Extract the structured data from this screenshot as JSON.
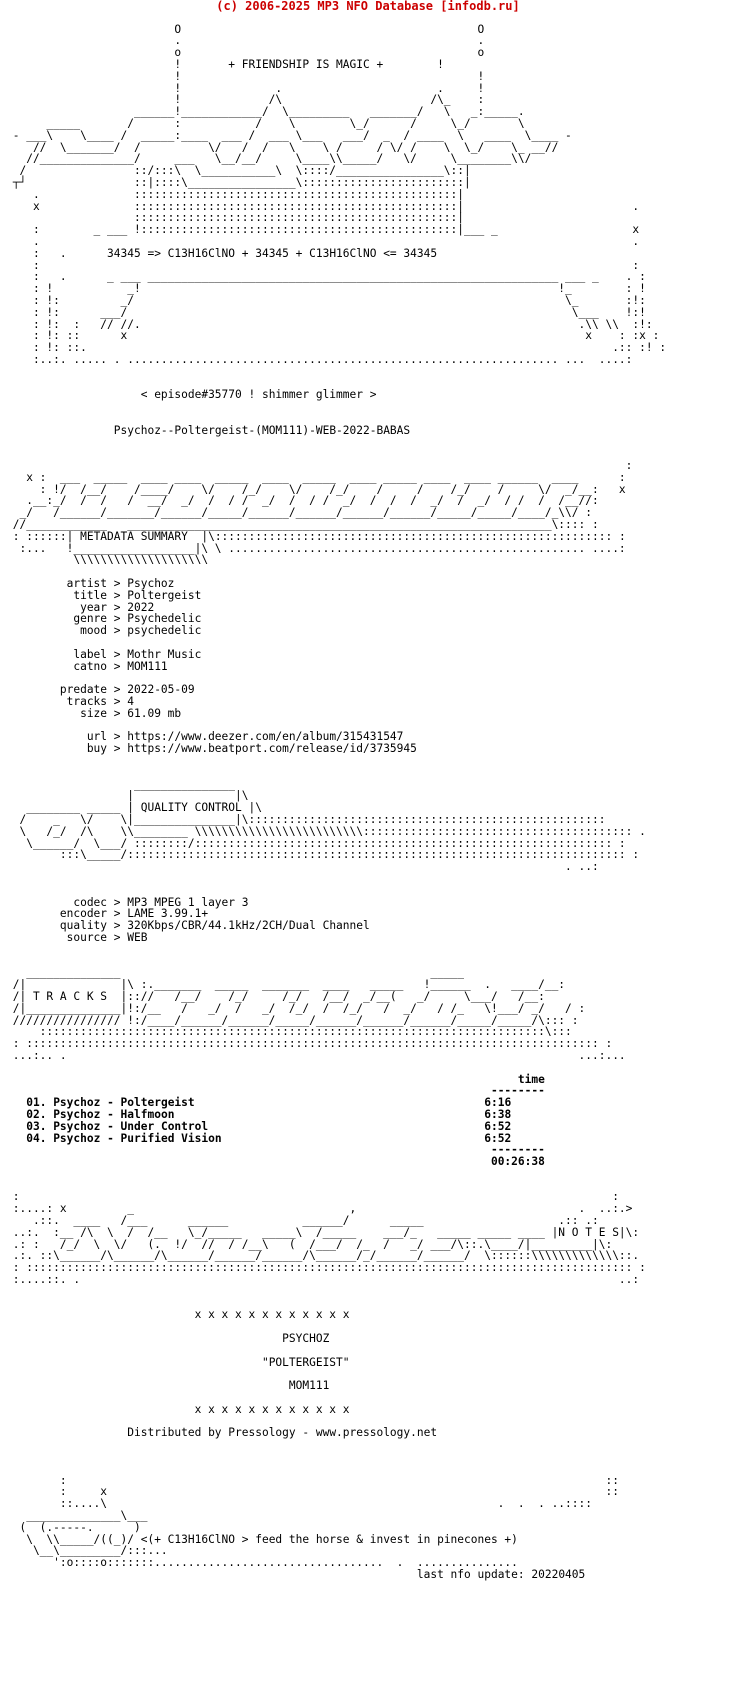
{
  "copyright": "(c) 2006-2025 MP3 NFO Database [infodb.ru]",
  "colors": {
    "copyright": "#cc0000",
    "text": "#000000",
    "background": "#ffffff"
  },
  "header": {
    "title": "+ FRIENDSHIP IS MAGIC +",
    "formula": "34345 => C13H16ClNO + 34345 + C13H16ClNO <= 34345",
    "episode": "< episode#35770 ! shimmer glimmer >",
    "release": "Psychoz--Poltergeist-(MOM111)-WEB-2022-BABAS"
  },
  "sections": {
    "metadata_title": "METADATA SUMMARY",
    "quality_title": "QUALITY CONTROL",
    "tracks_title": "T R A C K S",
    "notes_title": "N O T E S"
  },
  "metadata": {
    "artist": "Psychoz",
    "title": "Poltergeist",
    "year": "2022",
    "genre": "Psychedelic",
    "mood": "psychedelic",
    "label": "Mothr Music",
    "catno": "MOM111",
    "predate": "2022-05-09",
    "tracks": "4",
    "size": "61.09 mb",
    "url": "https://www.deezer.com/en/album/315431547",
    "buy": "https://www.beatport.com/release/id/3735945"
  },
  "quality": {
    "codec": "MP3 MPEG 1 layer 3",
    "encoder": "LAME 3.99.1+",
    "quality": "320Kbps/CBR/44.1kHz/2CH/Dual Channel",
    "source": "WEB"
  },
  "tracklist": {
    "time_header": "time",
    "items": [
      {
        "num": "01.",
        "title": "Psychoz - Poltergeist",
        "time": "6:16"
      },
      {
        "num": "02.",
        "title": "Psychoz - Halfmoon",
        "time": "6:38"
      },
      {
        "num": "03.",
        "title": "Psychoz - Under Control",
        "time": "6:52"
      },
      {
        "num": "04.",
        "title": "Psychoz - Purified Vision",
        "time": "6:52"
      }
    ],
    "total": "00:26:38"
  },
  "notes": {
    "stars": "x x x x x x x x x x x x",
    "artist": "PSYCHOZ",
    "album": "\"POLTERGEIST\"",
    "catno": "MOM111",
    "distributed": "Distributed by Pressology - www.pressology.net"
  },
  "footer": {
    "tagline": "<(+ C13H16ClNO > feed the horse & invest in pinecones +)",
    "last_update": "last nfo update: 20220405"
  }
}
